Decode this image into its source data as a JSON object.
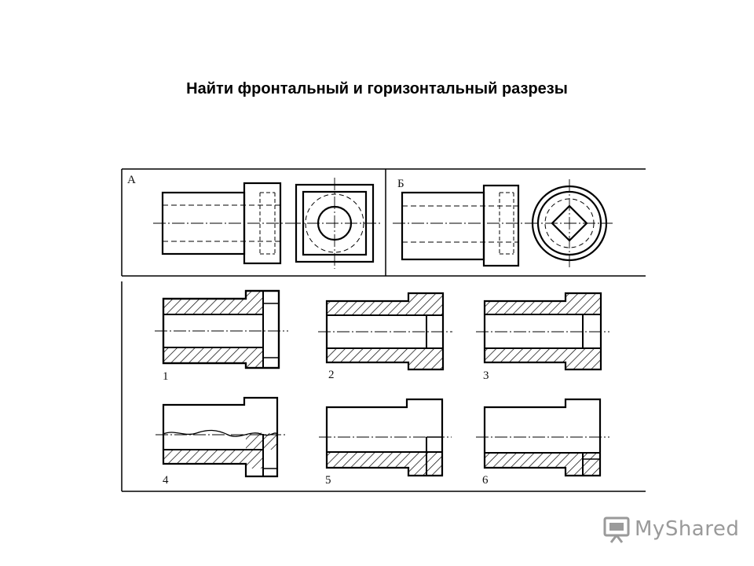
{
  "slide": {
    "title": "Найти фронтальный и горизонтальный разрезы"
  },
  "panels": {
    "a_label": "А",
    "b_label": "Б"
  },
  "options": [
    {
      "number": "1"
    },
    {
      "number": "2"
    },
    {
      "number": "3"
    },
    {
      "number": "4"
    },
    {
      "number": "5"
    },
    {
      "number": "6"
    }
  ],
  "watermark": {
    "text": "MyShared",
    "icon": "presentation-board-icon"
  }
}
